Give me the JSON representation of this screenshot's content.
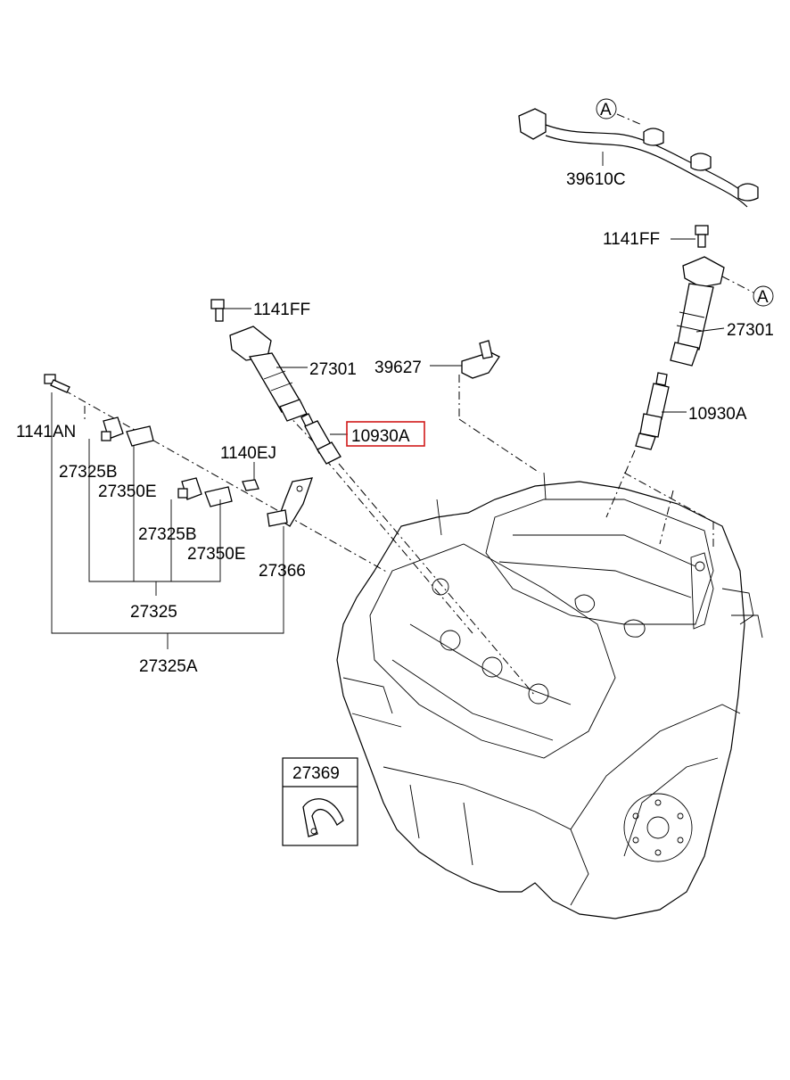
{
  "labels": {
    "harness": "39610C",
    "connector_ref_top": "A",
    "connector_ref_coil": "A",
    "bolt_right": "1141FF",
    "coil_right": "27301",
    "plug_right": "10930A",
    "bracket_39627": "39627",
    "bolt_center": "1141FF",
    "coil_center": "27301",
    "plug_center_highlighted": "10930A",
    "bolt_left": "1141AN",
    "sensor_1": "27325B",
    "bracket_1": "27350E",
    "bolt_1140": "1140EJ",
    "sensor_2": "27325B",
    "bracket_2": "27350E",
    "bracket_27366": "27366",
    "assembly_27325": "27325",
    "assembly_27325A": "27325A",
    "inset_part": "27369"
  },
  "colors": {
    "line": "#000000",
    "highlight": "#d11a1a",
    "background": "#ffffff"
  }
}
